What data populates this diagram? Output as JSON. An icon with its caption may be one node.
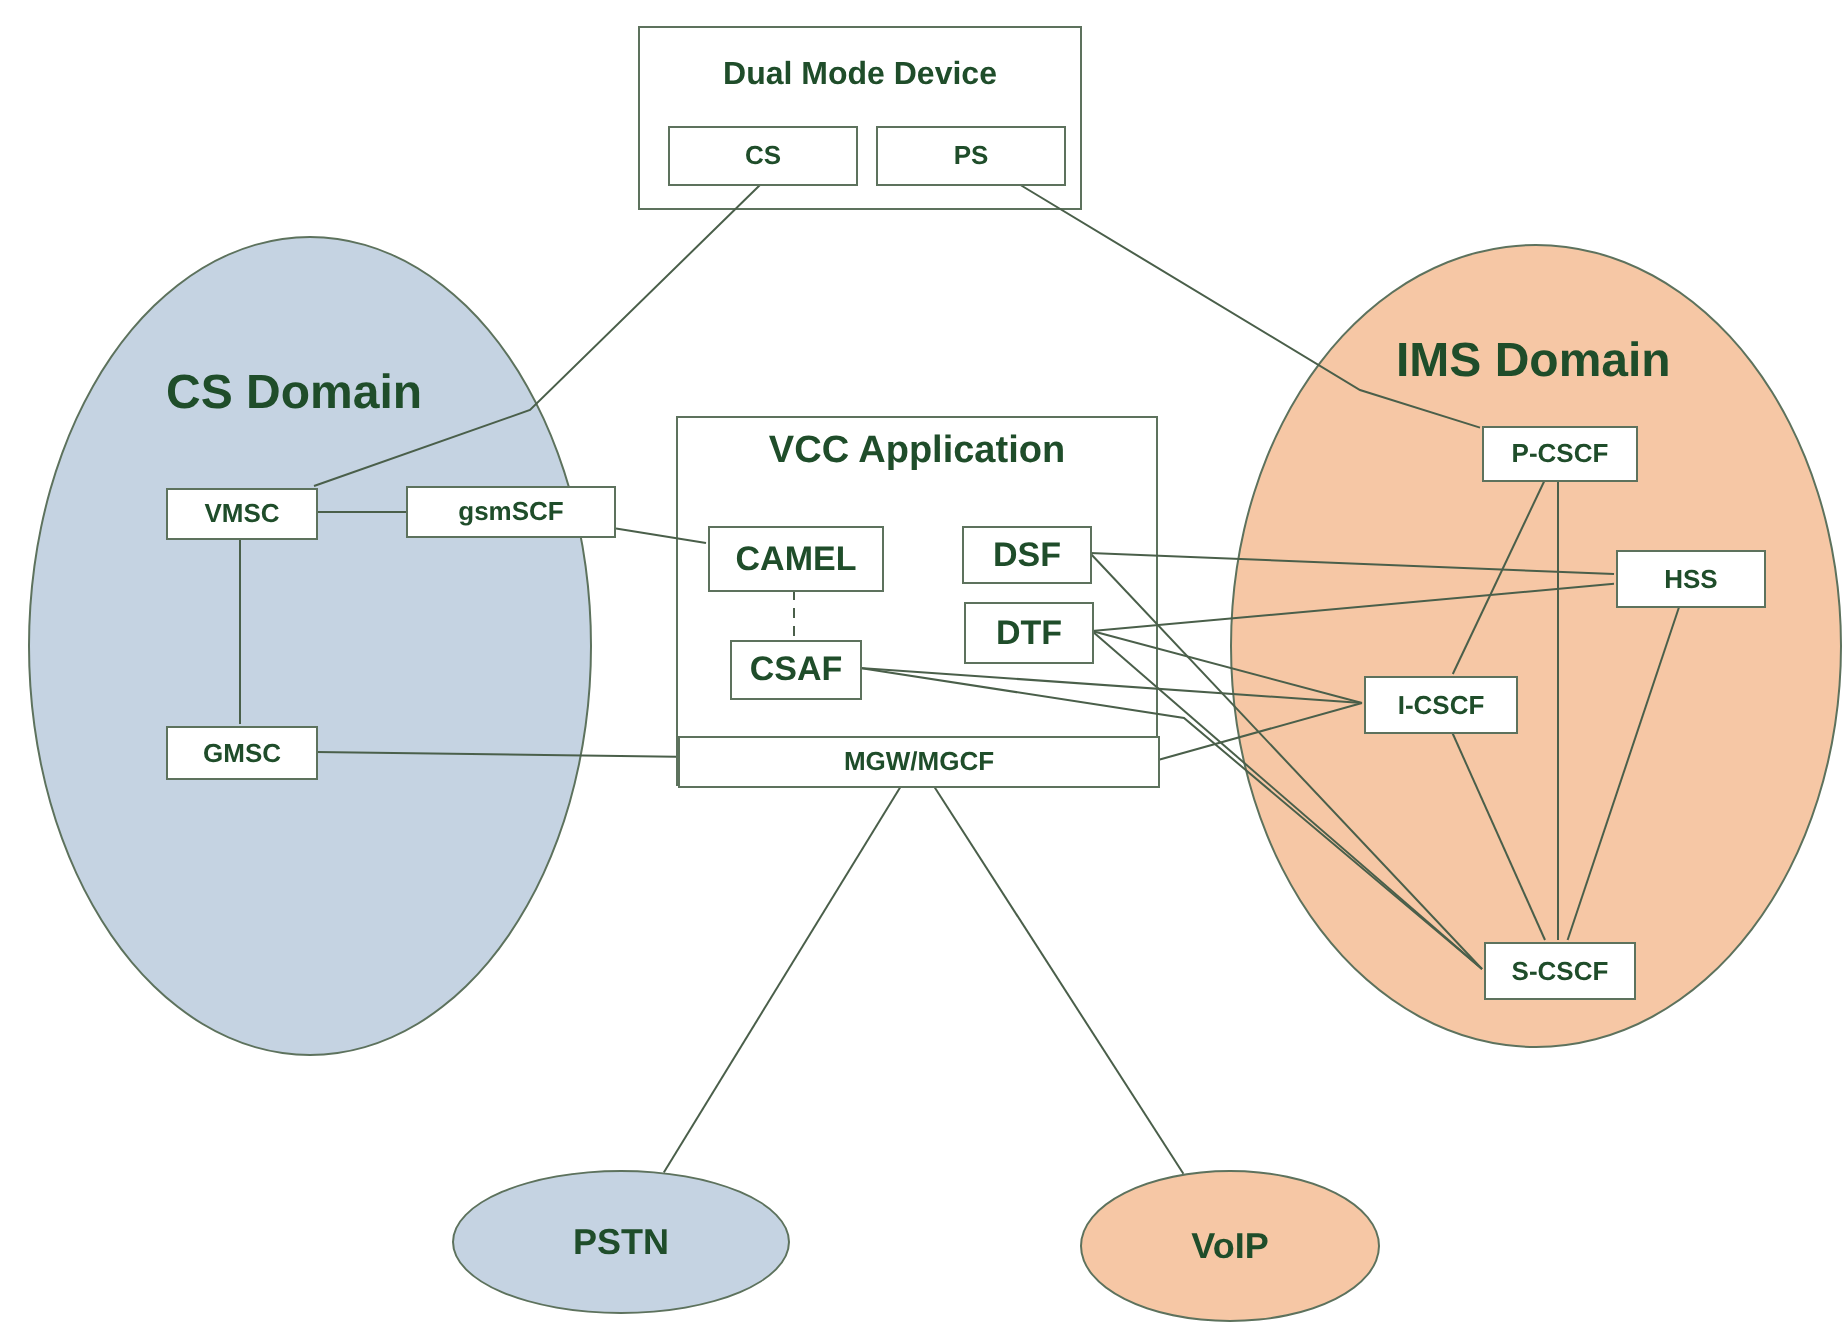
{
  "diagram": {
    "nodes": [
      {
        "text": [
          "Dual Mode Device"
        ]
      },
      {
        "text": [
          "CS"
        ],
        "in": 0
      },
      {
        "text": [
          "PS"
        ],
        "in": 0
      },
      {
        "text": [
          "CS Domain"
        ]
      },
      {
        "text": [
          "VMSC"
        ],
        "in": 3
      },
      {
        "text": [
          "gsmSCF"
        ]
      },
      {
        "text": [
          "GMSC"
        ],
        "in": 3
      },
      {
        "text": [
          "VCC Application"
        ]
      },
      {
        "text": [
          "CAMEL"
        ],
        "in": 7
      },
      {
        "text": [
          "CSAF"
        ],
        "in": 7
      },
      {
        "text": [
          "DSF"
        ],
        "in": 7
      },
      {
        "text": [
          "DTF"
        ],
        "in": 7
      },
      {
        "text": [
          "MGW/MGCF"
        ],
        "in": 7
      },
      {
        "text": [
          "IMS Domain"
        ]
      },
      {
        "text": [
          "P-CSCF"
        ],
        "in": 13
      },
      {
        "text": [
          "HSS"
        ],
        "in": 13
      },
      {
        "text": [
          "I-CSCF"
        ],
        "in": 13
      },
      {
        "text": [
          "S-CSCF"
        ],
        "in": 13
      },
      {
        "text": [
          "PSTN"
        ]
      },
      {
        "text": [
          "VoIP"
        ]
      }
    ],
    "edges": [
      {
        "from": 1,
        "to": 4,
        "arrow": "none"
      },
      {
        "from": 2,
        "to": 14,
        "arrow": "none"
      },
      {
        "from": 4,
        "to": 5,
        "arrow": "none"
      },
      {
        "from": 4,
        "to": 6,
        "arrow": "none"
      },
      {
        "from": 5,
        "to": 8,
        "arrow": "none"
      },
      {
        "from": 8,
        "to": 9,
        "arrow": "none",
        "style": "dashed"
      },
      {
        "from": 6,
        "to": 12,
        "arrow": "none"
      },
      {
        "from": 10,
        "to": 15,
        "arrow": "none"
      },
      {
        "from": 10,
        "to": 17,
        "arrow": "none"
      },
      {
        "from": 11,
        "to": 15,
        "arrow": "none"
      },
      {
        "from": 11,
        "to": 16,
        "arrow": "none"
      },
      {
        "from": 11,
        "to": 17,
        "arrow": "none"
      },
      {
        "from": 9,
        "to": 16,
        "arrow": "none"
      },
      {
        "from": 9,
        "to": 17,
        "arrow": "none"
      },
      {
        "from": 12,
        "to": 16,
        "arrow": "none"
      },
      {
        "from": 14,
        "to": 16,
        "arrow": "none"
      },
      {
        "from": 14,
        "to": 17,
        "arrow": "none"
      },
      {
        "from": 15,
        "to": 17,
        "arrow": "none"
      },
      {
        "from": 16,
        "to": 17,
        "arrow": "none"
      },
      {
        "from": 12,
        "to": 18,
        "arrow": "none"
      },
      {
        "from": 12,
        "to": 19,
        "arrow": "none"
      }
    ]
  }
}
